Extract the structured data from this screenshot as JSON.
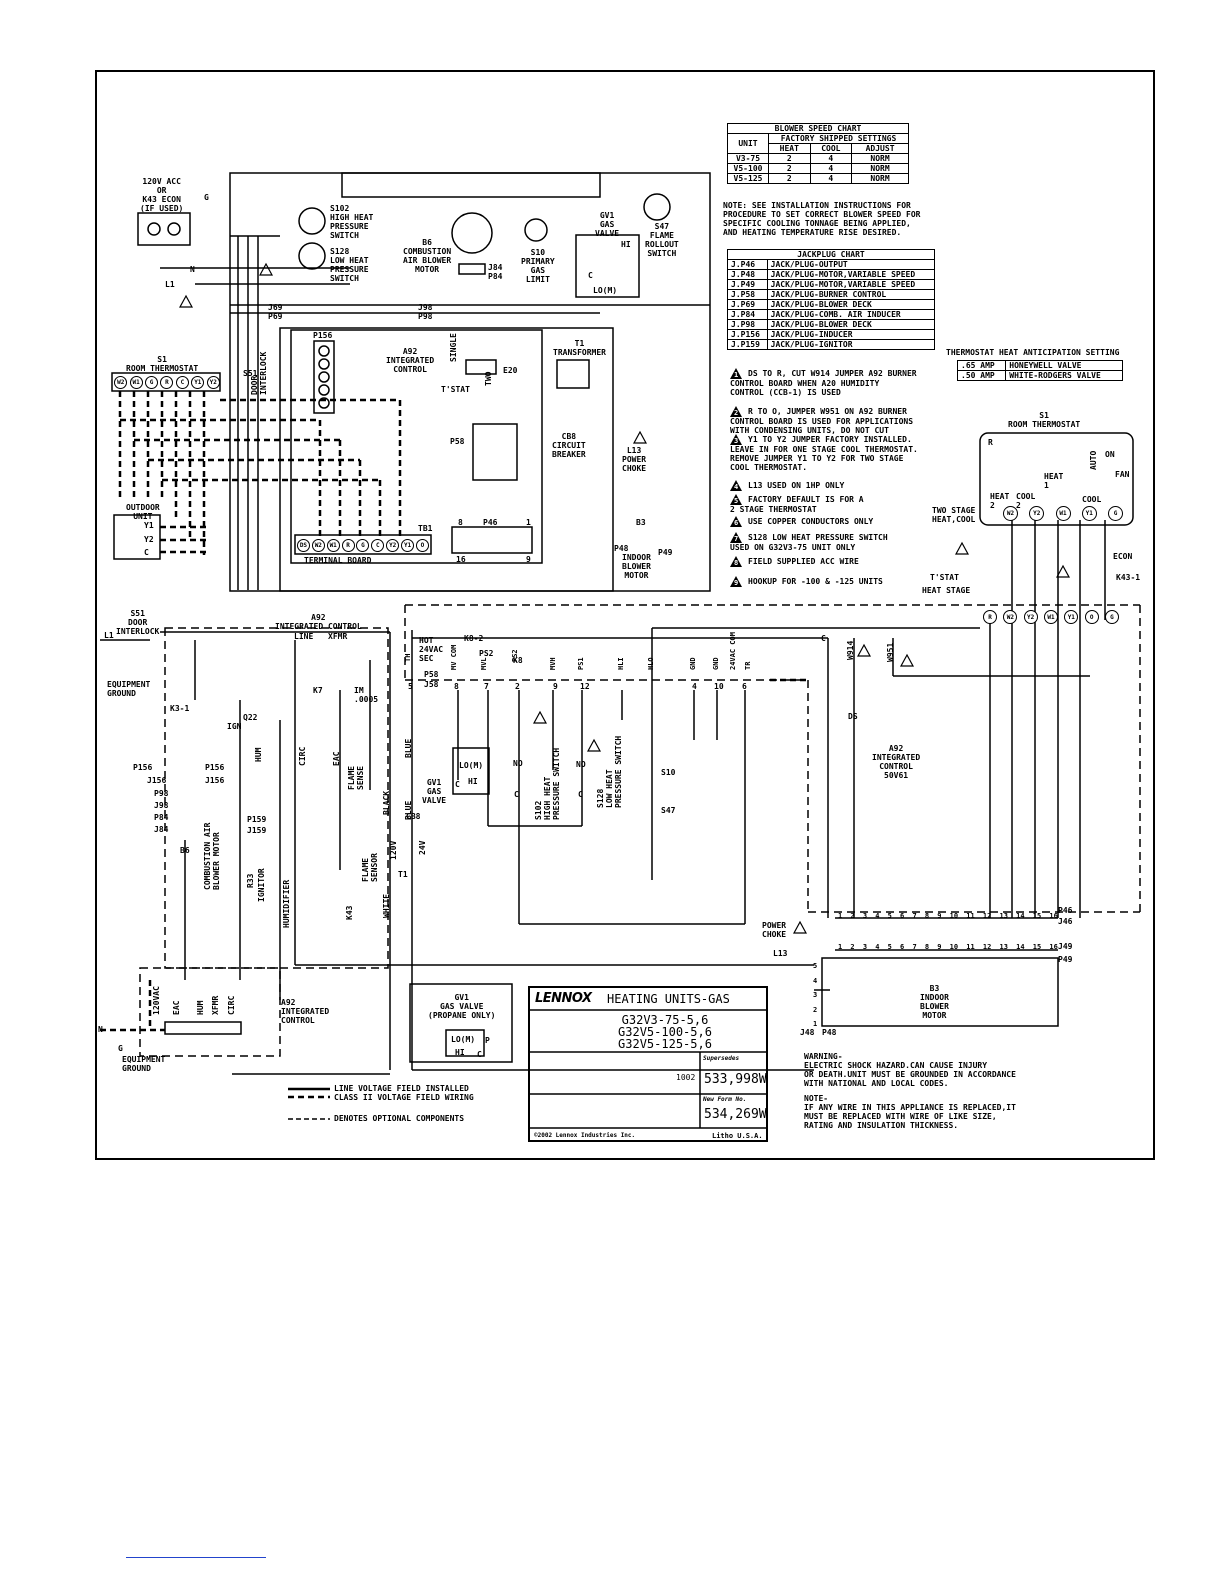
{
  "blower_chart": {
    "title": "BLOWER SPEED CHART",
    "group_header": "FACTORY SHIPPED SETTINGS",
    "columns": [
      "UNIT",
      "HEAT",
      "COOL",
      "ADJUST"
    ],
    "rows": [
      [
        "V3-75",
        "2",
        "4",
        "NORM"
      ],
      [
        "V5-100",
        "2",
        "4",
        "NORM"
      ],
      [
        "V5-125",
        "2",
        "4",
        "NORM"
      ]
    ]
  },
  "blower_note": "NOTE: SEE INSTALLATION INSTRUCTIONS FOR\nPROCEDURE TO SET CORRECT BLOWER SPEED FOR\nSPECIFIC COOLING TONNAGE BEING APPLIED,\nAND HEATING TEMPERATURE RISE DESIRED.",
  "jackplug_chart": {
    "title": "JACKPLUG CHART",
    "rows": [
      [
        "J.P46",
        "JACK/PLUG-OUTPUT"
      ],
      [
        "J.P48",
        "JACK/PLUG-MOTOR,VARIABLE SPEED"
      ],
      [
        "J.P49",
        "JACK/PLUG-MOTOR,VARIABLE SPEED"
      ],
      [
        "J.P58",
        "JACK/PLUG-BURNER CONTROL"
      ],
      [
        "J.P69",
        "JACK/PLUG-BLOWER DECK"
      ],
      [
        "J.P84",
        "JACK/PLUG-COMB. AIR INDUCER"
      ],
      [
        "J.P98",
        "JACK/PLUG-BLOWER DECK"
      ],
      [
        "J.P156",
        "JACK/PLUG-INDUCER"
      ],
      [
        "J.P159",
        "JACK/PLUG-IGNITOR"
      ]
    ]
  },
  "anticipation_chart": {
    "title": "THERMOSTAT HEAT ANTICIPATION SETTING",
    "rows": [
      [
        ".65 AMP",
        "HONEYWELL VALVE"
      ],
      [
        ".50 AMP",
        "WHITE-RODGERS VALVE"
      ]
    ]
  },
  "notes": [
    {
      "num": "1",
      "text": "DS TO R, CUT W914 JUMPER A92 BURNER\nCONTROL BOARD WHEN A20 HUMIDITY\nCONTROL (CCB-1) IS USED"
    },
    {
      "num": "2",
      "text": "R TO O, JUMPER W951 ON A92 BURNER\nCONTROL BOARD IS USED FOR APPLICATIONS\nWITH CONDENSING UNITS, DO NOT CUT"
    },
    {
      "num": "3",
      "text": "Y1 TO Y2 JUMPER FACTORY INSTALLED.\nLEAVE IN FOR ONE STAGE COOL THERMOSTAT.\nREMOVE JUMPER Y1 TO Y2 FOR TWO STAGE\nCOOL THERMOSTAT."
    },
    {
      "num": "4",
      "text": "L13 USED ON 1HP ONLY"
    },
    {
      "num": "5",
      "text": "FACTORY DEFAULT IS FOR A\n2 STAGE THERMOSTAT"
    },
    {
      "num": "6",
      "text": "USE COPPER CONDUCTORS ONLY"
    },
    {
      "num": "7",
      "text": "S128 LOW HEAT PRESSURE SWITCH\nUSED ON G32V3-75 UNIT ONLY"
    },
    {
      "num": "8",
      "text": "FIELD SUPPLIED ACC WIRE"
    },
    {
      "num": "9",
      "text": "HOOKUP FOR -100 & -125 UNITS"
    }
  ],
  "labels": {
    "acc": "120V ACC\nOR\nK43 ECON\n(IF USED)",
    "ground_g": "G",
    "s102": "S102\nHIGH HEAT\nPRESSURE\nSWITCH",
    "s128": "S128\nLOW HEAT\nPRESSURE\nSWITCH",
    "b6": "B6\nCOMBUSTION\nAIR BLOWER\nMOTOR",
    "j84p84": "J84\nP84",
    "s10": "S10\nPRIMARY\nGAS\nLIMIT",
    "gv1": "GV1\nGAS\nVALVE",
    "gv1_hi": "HI",
    "gv1_c": "C",
    "gv1_lo": "LO(M)",
    "s47": "S47\nFLAME\nROLLOUT\nSWITCH",
    "n": "N",
    "l1": "L1",
    "j69p69": "J69\nP69",
    "j98p98": "J98\nP98",
    "room_tstat": "S1\nROOM THERMOSTAT",
    "tstat_terms": [
      "W2",
      "W1",
      "G",
      "R",
      "C",
      "Y1",
      "Y2"
    ],
    "s51": "S51",
    "door_interlock": "DOOR\nINTERLOCK",
    "p156": "P156",
    "a92": "A92\nINTEGRATED\nCONTROL",
    "single": "SINGLE",
    "two": "TWO",
    "tstat": "T'STAT",
    "e20": "E20",
    "t1": "T1\nTRANSFORMER",
    "p58": "P58",
    "cb8": "CB8\nCIRCUIT\nBREAKER",
    "l13": "L13\nPOWER\nCHOKE",
    "b3": "B3",
    "p48": "P48",
    "p49": "P49",
    "indoor_blower": "INDOOR\nBLOWER\nMOTOR",
    "outdoor": "OUTDOOR\nUNIT",
    "outdoor_terms": [
      "Y1",
      "Y2",
      "C"
    ],
    "tb1": "TB1",
    "p46": "P46",
    "p46_8": "8",
    "p46_1": "1",
    "p46_16": "16",
    "p46_9": "9",
    "terminal_board": "TERMINAL BOARD",
    "tb_terms": [
      "DS",
      "W2",
      "W1",
      "R",
      "G",
      "C",
      "Y2",
      "Y1",
      "O"
    ],
    "s1_right": "S1\nROOM THERMOSTAT",
    "s1_r": "R",
    "s1_heat": "HEAT\n2",
    "s1_cool2": "COOL\n2",
    "s1_heat1": "HEAT\n1",
    "s1_cool": "COOL",
    "s1_on": "ON",
    "s1_auto": "AUTO",
    "s1_fan": "FAN",
    "s1_terms": [
      "W2",
      "Y2",
      "W1",
      "Y1",
      "G"
    ],
    "two_stage": "TWO STAGE\nHEAT,COOL",
    "heat_stage": "HEAT STAGE",
    "econ": "ECON",
    "k43_1": "K43-1",
    "ctrl_terms": [
      "R",
      "W2",
      "Y2",
      "W1",
      "Y1",
      "O",
      "G"
    ],
    "s51_door": "S51\nDOOR\nINTERLOCK",
    "a92_ic": "A92\nINTEGRATED CONTROL",
    "line": "LINE",
    "xfmr": "XFMR",
    "equip_ground": "EQUIPMENT\nGROUND",
    "k3_1": "K3-1",
    "k7": "K7",
    "ign": "IGN",
    "q22": "Q22",
    "hum": "HUM",
    "circ": "CIRC",
    "eac": "EAC",
    "flame_sense": "FLAME\nSENSE",
    "im": "IM\n.0005",
    "p156_b": "P156",
    "j156": "J156",
    "p98": "P98",
    "j98": "J98",
    "p84": "P84",
    "j84": "J84",
    "b6_motor": "B6",
    "comb_air": "COMBUSTION AIR\nBLOWER MOTOR",
    "p159": "P159",
    "j159": "J159",
    "r33": "R33",
    "ignitor": "IGNITOR",
    "humidifier": "HUMIDIFIER",
    "k43": "K43",
    "flame_sensor": "FLAME\nSENSOR",
    "black": "BLACK",
    "white": "WHITE",
    "blue": "BLUE",
    "blue2": "BLUE",
    "v120": "120V",
    "v24": "24V",
    "t1_b": "T1",
    "hot_sec": "HOT\n24VAC\nSEC",
    "k8_2": "K8-2",
    "k8": "K8",
    "ps2": "PS2",
    "p58_b": "P58",
    "j58": "J58",
    "pins_top": [
      "TH",
      "MV COM",
      "MVL",
      "PS2",
      "MVH",
      "PS1",
      "HLI",
      "HLO",
      "GND",
      "GND",
      "24VAC COM",
      "TR"
    ],
    "pins_num": [
      "5",
      "8",
      "7",
      "2",
      "9",
      "12",
      "",
      "",
      "4",
      "10",
      "6",
      ""
    ],
    "gv1_b": "GV1\nGAS\nVALVE",
    "cb8_b": "CB8",
    "s102_b": "S102\nHIGH HEAT\nPRESSURE SWITCH",
    "s128_b": "S128\nLOW HEAT\nPRESSURE SWITCH",
    "no": "NO",
    "c": "C",
    "s10_b": "S10",
    "s47_b": "S47",
    "c_node": "C",
    "w914": "W914",
    "w951": "W951",
    "ds": "DS",
    "a92_right": "A92\nINTEGRATED\nCONTROL\n50V61",
    "p46_b": "P46",
    "j46": "J46",
    "j49": "J49",
    "p49_b": "P49",
    "l13_b": "POWER\nCHOKE",
    "l13_c": "L13",
    "b3_b": "B3\nINDOOR\nBLOWER\nMOTOR",
    "j48": "J48",
    "p48_b": "P48",
    "motor_pins": [
      "5",
      "4",
      "3",
      "2",
      "1"
    ],
    "pins16": [
      "1",
      "2",
      "3",
      "4",
      "5",
      "6",
      "7",
      "8",
      "9",
      "10",
      "11",
      "12",
      "13",
      "14",
      "15",
      "16"
    ],
    "v120ac": "120VAC",
    "eac_b": "EAC",
    "hum_b": "HUM",
    "xfmr_b": "XFMR",
    "circ_b": "CIRC",
    "a92_bottom": "A92\nINTEGRATED\nCONTROL",
    "n_b": "N",
    "equip_ground_b": "EQUIPMENT\nGROUND",
    "gv1_propane": "GV1\nGAS VALVE\n(PROPANE ONLY)",
    "gv1_p_lo": "LO(M)",
    "gv1_p_hi": "HI",
    "gv1_p_c": "C",
    "gv1_p_p": "P",
    "l1_b": "L1",
    "g_b": "G"
  },
  "legend": {
    "line_voltage": "LINE VOLTAGE FIELD INSTALLED",
    "class2": "CLASS II VOLTAGE FIELD WIRING",
    "optional": "DENOTES OPTIONAL COMPONENTS"
  },
  "title_block": {
    "brand": "LENNOX",
    "title": "HEATING UNITS-GAS",
    "models": [
      "G32V3-75-5,6",
      "G32V5-100-5,6",
      "G32V5-125-5,6"
    ],
    "supersedes_label": "Supersedes",
    "rev": "1002",
    "supersedes_no": "533,998W",
    "new_form_label": "New Form No.",
    "new_form_no": "534,269W",
    "copyright": "©2002 Lennox Industries Inc.",
    "litho": "Litho U.S.A."
  },
  "warning": "WARNING-\nELECTRIC SHOCK HAZARD.CAN CAUSE INJURY\nOR DEATH.UNIT MUST BE GROUNDED IN ACCORDANCE\nWITH NATIONAL AND LOCAL CODES.",
  "note_wire": "NOTE-\nIF ANY WIRE IN THIS APPLIANCE IS REPLACED,IT\nMUST BE REPLACED WITH WIRE OF LIKE SIZE,\nRATING AND INSULATION THICKNESS."
}
